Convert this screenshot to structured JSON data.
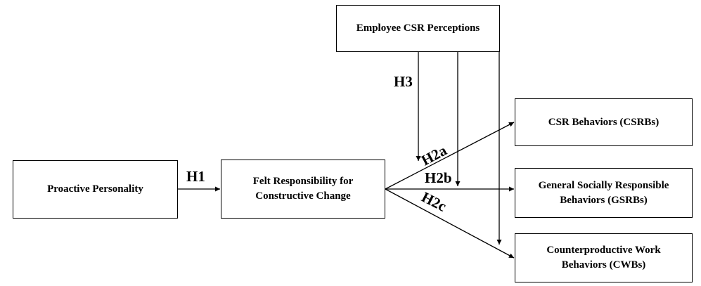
{
  "nodes": {
    "employee_csr_perceptions": "Employee CSR Perceptions",
    "proactive_personality": "Proactive Personality",
    "felt_responsibility": [
      "Felt Responsibility for",
      "Constructive Change"
    ],
    "csr_behaviors": "CSR Behaviors (CSRBs)",
    "general_socially_responsible": [
      "General Socially Responsible",
      "Behaviors (GSRBs)"
    ],
    "counterproductive_work": [
      "Counterproductive Work",
      "Behaviors (CWBs)"
    ]
  },
  "hypotheses": {
    "h1": "H1",
    "h2a": "H2a",
    "h2b": "H2b",
    "h2c": "H2c",
    "h3": "H3"
  }
}
